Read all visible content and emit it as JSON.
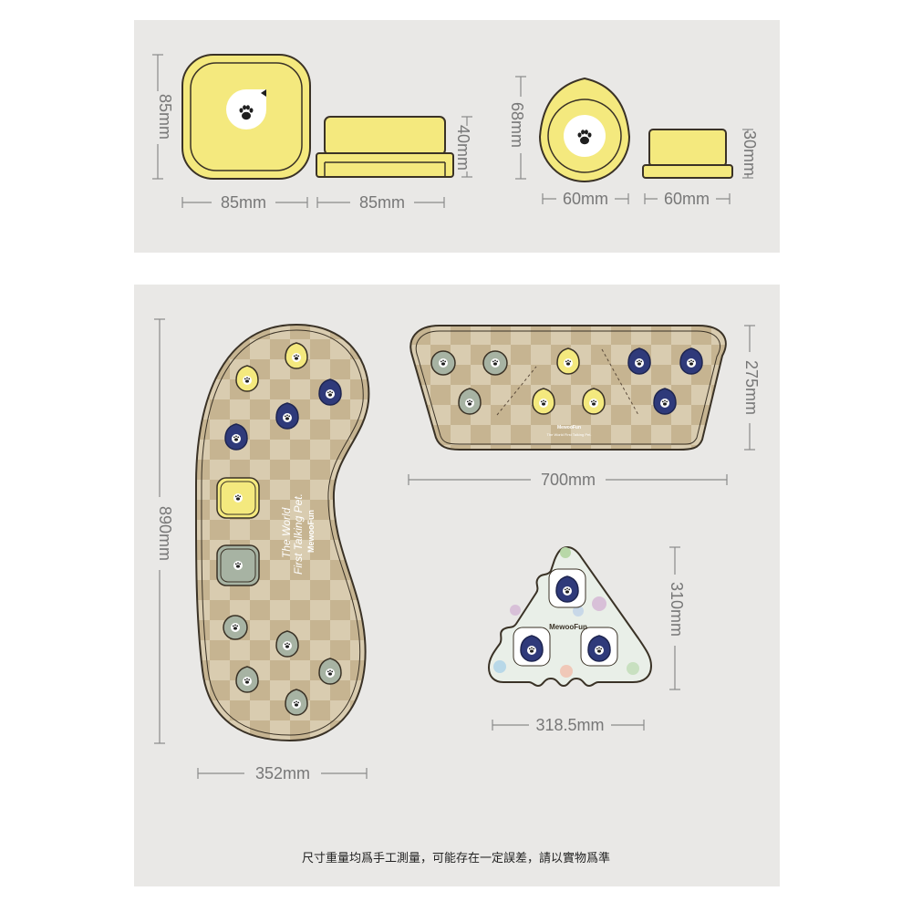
{
  "colors": {
    "panel_bg": "#e9e8e6",
    "yellow": "#f4e97e",
    "yellow_ring": "#e8d64d",
    "outline": "#3a3226",
    "navy": "#2f3a7a",
    "sage": "#a7b3a3",
    "checker_dark": "#c6b491",
    "checker_light": "#d9ccb0",
    "mat_light": "#e9efe8",
    "dim_line": "#8a8a8a"
  },
  "icons": {
    "paw": "paw-icon"
  },
  "dimensions": {
    "square_button_height": "85mm",
    "square_button_width": "85mm",
    "square_button_side_width": "85mm",
    "square_button_side_height": "40mm",
    "drop_button_height": "68mm",
    "drop_button_width": "60mm",
    "drop_button_side_width": "60mm",
    "drop_button_side_height": "30mm",
    "bean_mat_height": "890mm",
    "bean_mat_width": "352mm",
    "rect_mat_width": "700mm",
    "rect_mat_height": "275mm",
    "tri_mat_width": "318.5mm",
    "tri_mat_height": "310mm"
  },
  "mat_text": {
    "slogan_line1": "The World",
    "slogan_line2": "First Talking Pet.",
    "brand": "MewooFun",
    "rect_brand": "MewooFun",
    "rect_slogan": "The World First Talking Pet.",
    "tri_brand": "MewooFun"
  },
  "disclaimer": "尺寸重量均爲手工測量，可能存在一定誤差，請以實物爲準"
}
